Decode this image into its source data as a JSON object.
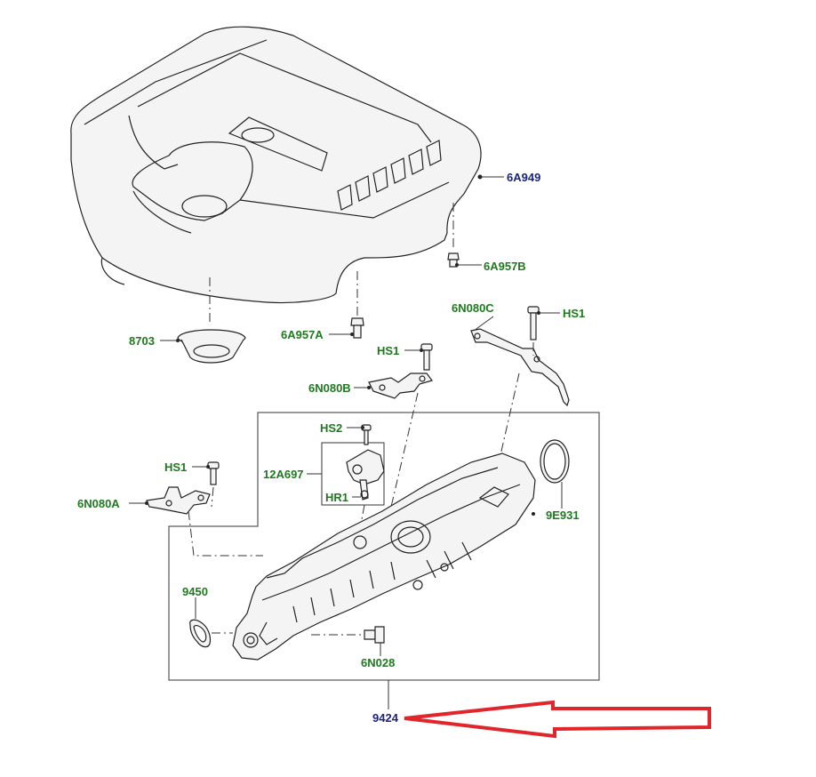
{
  "labels": {
    "cover": "6A949",
    "stud_right": "6A957B",
    "stud_left": "6A957A",
    "insulator": "8703",
    "bracket_c": "6N080C",
    "bolt_c": "HS1",
    "bolt_b": "HS1",
    "bracket_b": "6N080B",
    "screw_sensor": "HS2",
    "sensor": "12A697",
    "oring_sensor": "HR1",
    "bolt_a": "HS1",
    "bracket_a": "6N080A",
    "gasket_throttle": "9E931",
    "seal_egr": "9450",
    "fitting": "6N028",
    "manifold": "9424"
  },
  "colors": {
    "label_green": "#1f7a1f",
    "label_blue": "#1a237e",
    "arrow_red": "#e0262b"
  }
}
